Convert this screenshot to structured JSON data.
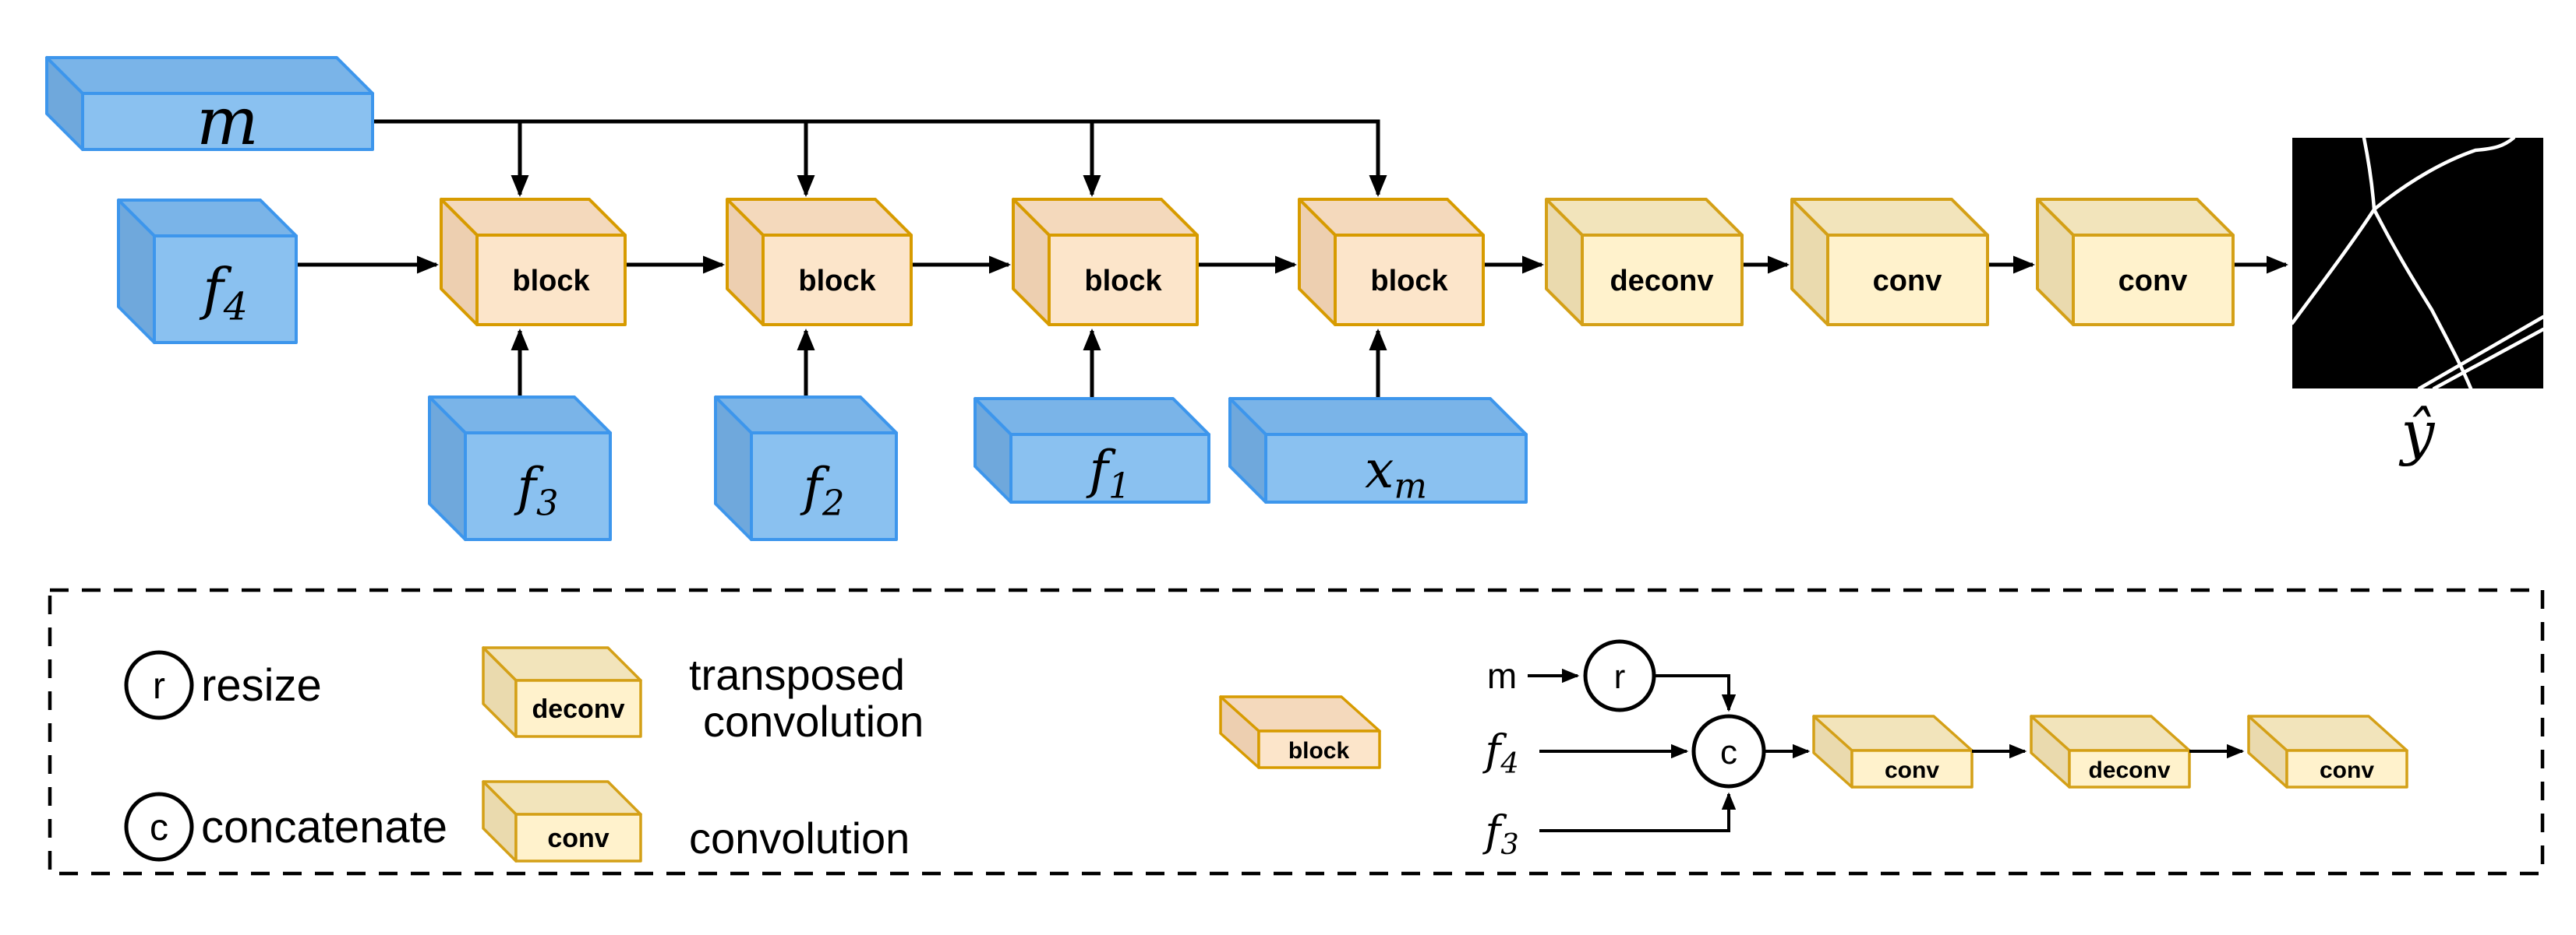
{
  "main": {
    "m_label": "m",
    "f4": {
      "base": "f",
      "sub": "4"
    },
    "f3": {
      "base": "f",
      "sub": "3"
    },
    "f2": {
      "base": "f",
      "sub": "2"
    },
    "f1": {
      "base": "f",
      "sub": "1"
    },
    "xm": {
      "base": "x",
      "sub": "m"
    },
    "blocks": {
      "b1": "block",
      "b2": "block",
      "b3": "block",
      "b4": "block"
    },
    "deconv_label": "deconv",
    "conv1_label": "conv",
    "conv2_label": "conv",
    "output_label": "ŷ"
  },
  "legend": {
    "resize_symbol": "r",
    "resize_label": "resize",
    "concatenate_symbol": "c",
    "concatenate_label": "concatenate",
    "deconv_box_label": "deconv",
    "deconv_desc_line1": "transposed",
    "deconv_desc_line2": "convolution",
    "conv_box_label": "conv",
    "conv_desc": "convolution",
    "block_expansion": {
      "block_box_label": "block",
      "m_label": "m",
      "r_symbol": "r",
      "c_symbol": "c",
      "f4": {
        "base": "f",
        "sub": "4"
      },
      "f3": {
        "base": "f",
        "sub": "3"
      },
      "conv1_label": "conv",
      "deconv_label": "deconv",
      "conv2_label": "conv"
    }
  },
  "colors": {
    "blue_fill": "#8AC1F0",
    "blue_stroke": "#3D96EC",
    "orange_fill": "#FCE5CA",
    "orange_stroke": "#D79B00",
    "yellow_fill": "#FFF2CC",
    "yellow_stroke": "#D4A017",
    "line": "#000000",
    "output_bg": "#000000",
    "output_lines": "#ffffff"
  }
}
